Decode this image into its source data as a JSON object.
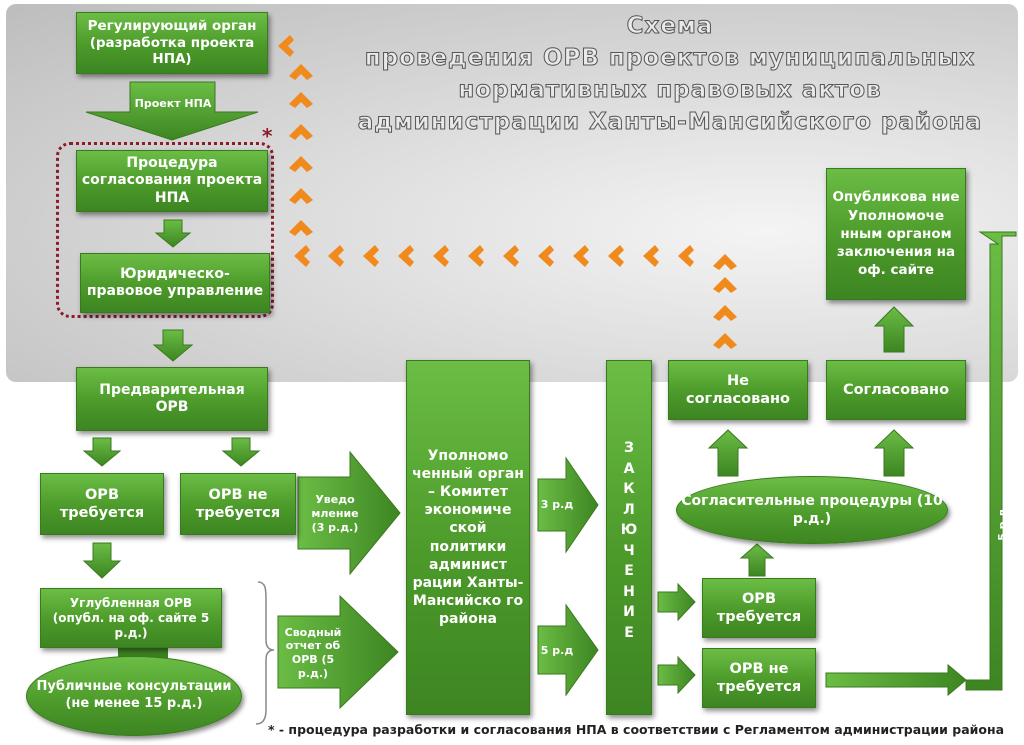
{
  "title": {
    "line1": "Схема",
    "line2": "проведения ОРВ проектов муниципальных",
    "line3": "нормативных правовых актов",
    "line4": "администрации Ханты-Мансийского района"
  },
  "boxes": {
    "regulator": "Регулирующий орган (разработка проекта НПА)",
    "draft_arrow": "Проект НПА",
    "approval": "Процедура согласования проекта НПА",
    "legal": "Юридическо-правовое управление",
    "prelim": "Предварительная ОРВ",
    "orv_required_left": "ОРВ требуется",
    "orv_not_required_left": "ОРВ не требуется",
    "notice": "Уведо мление (3 р.д.)",
    "deep_orv": "Углубленная ОРВ (опубл. на оф. сайте 5 р.д.)",
    "public": "Публичные консультации (не менее 15 р.д.)",
    "summary": "Сводный отчет об ОРВ (5 р.д.)",
    "authority": "Уполномо ченный орган – Комитет экономиче ской политики админист рации Ханты-Мансийско го района",
    "days3": "3 р.д",
    "days5": "5 р.д",
    "conclusion": "ЗАКЛЮЧЕНИЕ",
    "not_agreed": "Не согласовано",
    "agreed": "Согласовано",
    "published": "Опубликова ние Уполномоче нным органом заключения на оф. сайте",
    "procedures": "Согласительные процедуры (10 р.д.)",
    "orv_required_right": "ОРВ требуется",
    "orv_not_required_right": "ОРВ не требуется",
    "days5_vertical": "5 р.д.",
    "star": "*"
  },
  "footer": "* - процедура разработки и согласования НПА в соответствии с Регламентом администрации района",
  "colors": {
    "green": "#4c9a2a",
    "orange": "#f08a1c",
    "dotted_border": "#8a1c2b"
  }
}
